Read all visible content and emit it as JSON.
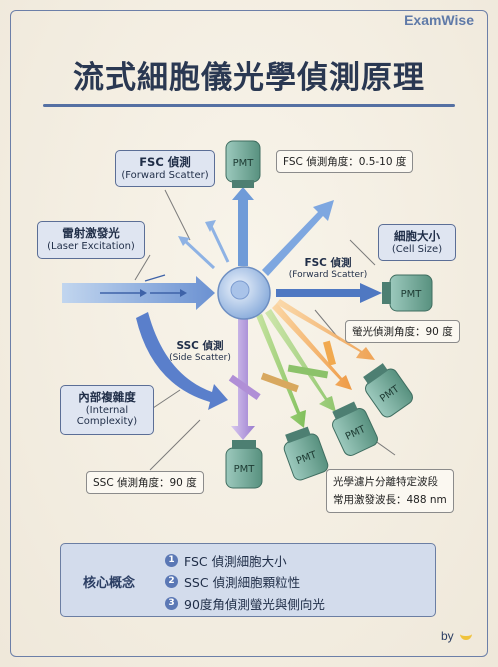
{
  "brand": "ExamWise",
  "title": "流式細胞儀光學偵測原理",
  "labels": {
    "fsc_top": {
      "zh": "FSC 偵測",
      "en": "(Forward Scatter)"
    },
    "laser": {
      "zh": "雷射激發光",
      "en": "(Laser Excitation)"
    },
    "fsc_mid": {
      "zh": "FSC 偵測",
      "en": "(Forward Scatter)"
    },
    "cell_size": {
      "zh": "細胞大小",
      "en": "(Cell Size)"
    },
    "ssc": {
      "zh": "SSC 偵測",
      "en": "(Side Scatter)"
    },
    "complexity": {
      "zh": "內部複雜度",
      "en1": "(Internal",
      "en2": "Complexity)"
    }
  },
  "notes": {
    "fsc_angle": "FSC 偵測角度：0.5-10 度",
    "fluor_angle": "螢光偵測角度：90 度",
    "ssc_angle": "SSC 偵測角度：90 度",
    "filter_line1": "光學濾片分離特定波段",
    "filter_line2": "常用激發波長：488 nm"
  },
  "pmt_label": "PMT",
  "core": {
    "title": "核心概念",
    "items": [
      {
        "num": "1",
        "text": "FSC 偵測細胞大小"
      },
      {
        "num": "2",
        "text": "SSC 偵測細胞顆粒性"
      },
      {
        "num": "3",
        "text": "90度角偵測螢光與側向光"
      }
    ]
  },
  "byline": "by",
  "colors": {
    "accent": "#5570a3",
    "arrow": "#6f9bd8",
    "pmt": "#5f9a8f"
  }
}
